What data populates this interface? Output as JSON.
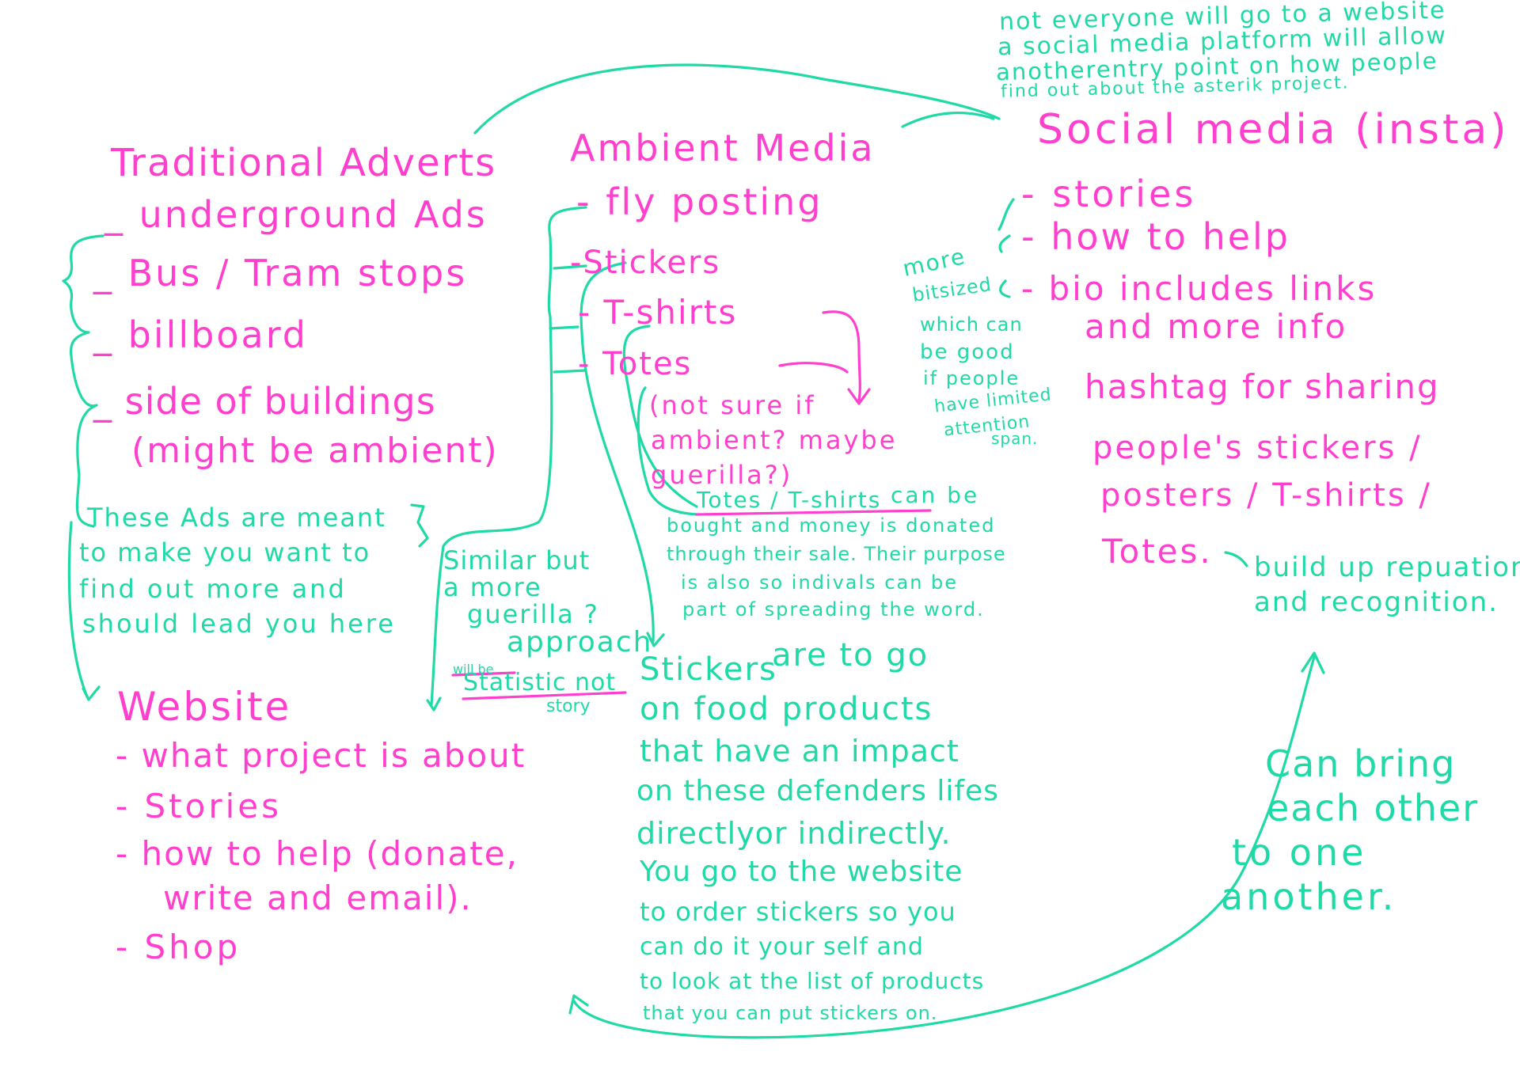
{
  "colors": {
    "pink": "#ff3fce",
    "green": "#1fd9a6",
    "background": "#ffffff"
  },
  "social_note": {
    "lines": [
      "not everyone will go to a website",
      "a social media platform will allow",
      "anotherentry point on how people",
      "find out about the asterik project."
    ]
  },
  "traditional": {
    "title": "Traditional Adverts",
    "items": [
      "_ underground Ads",
      "_ Bus / Tram stops",
      "_ billboard",
      "_ side of buildings"
    ],
    "note": "(might be ambient)",
    "comment": [
      "These Ads are meant",
      "to make you want to",
      "find out more and",
      "should lead you here"
    ]
  },
  "ambient": {
    "title": "Ambient Media",
    "items": [
      "- fly posting",
      "-Stickers",
      "- T-shirts",
      "- Totes"
    ],
    "unsure": [
      "(not sure if",
      "ambient? maybe",
      "guerilla?)"
    ],
    "similar": [
      "Similar but",
      "a more",
      "guerilla ?",
      "approach"
    ],
    "will_be": "will be",
    "statistic": "Statistic not",
    "story": "story",
    "totes_note_head": "Totes / T-shirts",
    "totes_note_rest": "can be",
    "totes_note_lines": [
      "bought and money is donated",
      "through their sale. Their purpose",
      "is also so indivals can be",
      "part of spreading the word."
    ],
    "stickers_head": "Stickers",
    "stickers_rest": "are to go",
    "stickers_lines": [
      "on food products",
      "that have an impact",
      "on these defenders lifes",
      "directlyor indirectly.",
      "You go to the website",
      "to order stickers so you",
      "can do it your self and",
      "to look at the list of products",
      "that you can put stickers on."
    ]
  },
  "social": {
    "title": "Social media (insta)",
    "items": [
      "- stories",
      "- how to help",
      "- bio includes links",
      "and more info",
      "hashtag for sharing",
      "people's stickers /",
      "posters / T-shirts /",
      "Totes."
    ],
    "more_note": [
      "more",
      "bitsized",
      "which can",
      "be good",
      "if people",
      "have limited",
      "attention",
      "span."
    ],
    "reputation": [
      "build up repuation",
      "and recognition."
    ]
  },
  "website": {
    "title": "Website",
    "items": [
      "- what project is about",
      "- Stories",
      "- how to help (donate,",
      "write and email).",
      "- Shop"
    ]
  },
  "bring_together": [
    "Can bring",
    "each other",
    "to one",
    "another."
  ]
}
